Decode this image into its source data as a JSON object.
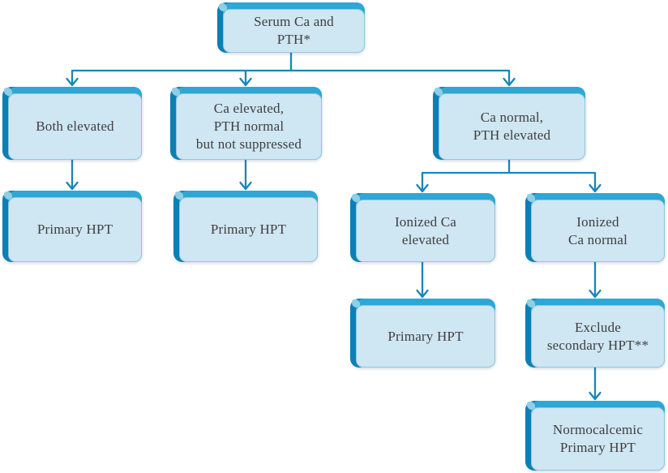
{
  "diagram": {
    "type": "flowchart",
    "topic": "Serum Ca and PTH diagnostic algorithm for hyperparathyroidism"
  },
  "colors": {
    "background": "#ffffff",
    "node_fill": "#cfe6f3",
    "node_bevel_top": "#2ea7d4",
    "node_bevel_left": "#0d7fb4",
    "node_border": "#93c7de",
    "connector": "#1b85b8",
    "text": "#3f3f3f"
  },
  "nodes": {
    "serum": {
      "label": "Serum Ca and\nPTH*"
    },
    "both_elevated": {
      "label": "Both elevated"
    },
    "ca_elevated_pth_normal": {
      "label": "Ca elevated,\nPTH normal\nbut not suppressed"
    },
    "ca_normal_pth_elevated": {
      "label": "Ca normal,\nPTH elevated"
    },
    "primary_hpt_1": {
      "label": "Primary HPT"
    },
    "primary_hpt_2": {
      "label": "Primary HPT"
    },
    "ionized_ca_elevated": {
      "label": "Ionized Ca\nelevated"
    },
    "ionized_ca_normal": {
      "label": "Ionized\nCa normal"
    },
    "primary_hpt_3": {
      "label": "Primary HPT"
    },
    "exclude_secondary_hpt": {
      "label": "Exclude\nsecondary HPT**"
    },
    "normocalcemic_primary_hpt": {
      "label": "Normocalcemic\nPrimary HPT"
    }
  }
}
